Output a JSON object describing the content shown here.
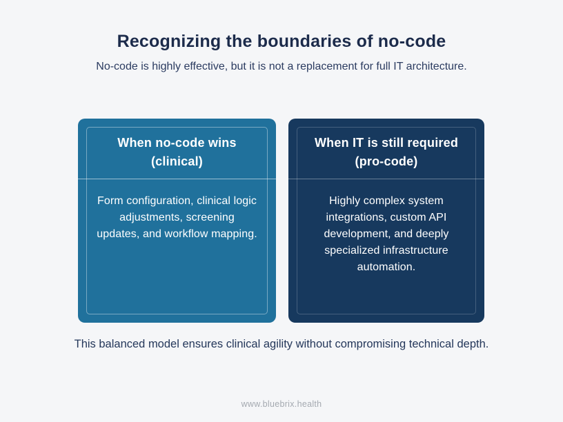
{
  "header": {
    "title": "Recognizing the boundaries of no-code",
    "subtitle": "No-code is highly effective, but it is not a replacement for full IT architecture."
  },
  "cards": [
    {
      "title_line1": "When no-code wins",
      "title_line2": "(clinical)",
      "body": "Form configuration, clinical logic adjustments, screening updates, and workflow mapping.",
      "bg_color": "#20719c"
    },
    {
      "title_line1": "When IT is still required",
      "title_line2": "(pro-code)",
      "body": "Highly complex system integrations, custom API development, and deeply specialized infrastructure automation.",
      "bg_color": "#17395e"
    }
  ],
  "conclusion": "This balanced model ensures clinical agility without compromising technical depth.",
  "footer": {
    "website": "www.bluebrix.health"
  },
  "theme": {
    "background": "#f5f6f8",
    "title_color": "#1c2b4b",
    "subtitle_color": "#2b3b60",
    "card_left_bg": "#20719c",
    "card_right_bg": "#17395e",
    "card_text_color": "#ffffff",
    "footer_color": "#a4a9b0"
  }
}
